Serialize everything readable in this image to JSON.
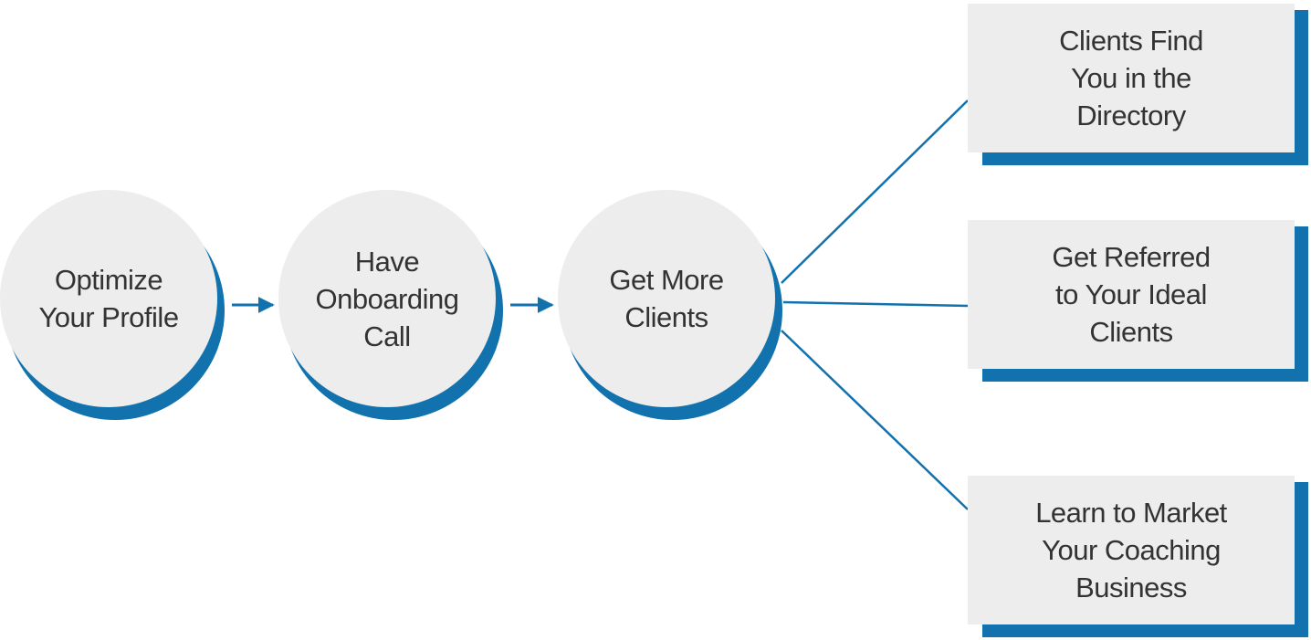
{
  "colors": {
    "accent": "#1272ad",
    "node_fill": "#ededed",
    "text": "#333333",
    "background": "#ffffff"
  },
  "steps": [
    {
      "lines": [
        "Optimize",
        "Your Profile"
      ]
    },
    {
      "lines": [
        "Have",
        "Onboarding",
        "Call"
      ]
    },
    {
      "lines": [
        "Get More",
        "Clients"
      ]
    }
  ],
  "outcomes": [
    {
      "lines": [
        "Clients Find",
        "You in the",
        "Directory"
      ]
    },
    {
      "lines": [
        "Get Referred",
        "to Your Ideal",
        "Clients"
      ]
    },
    {
      "lines": [
        "Learn to Market",
        "Your Coaching",
        "Business"
      ]
    }
  ]
}
